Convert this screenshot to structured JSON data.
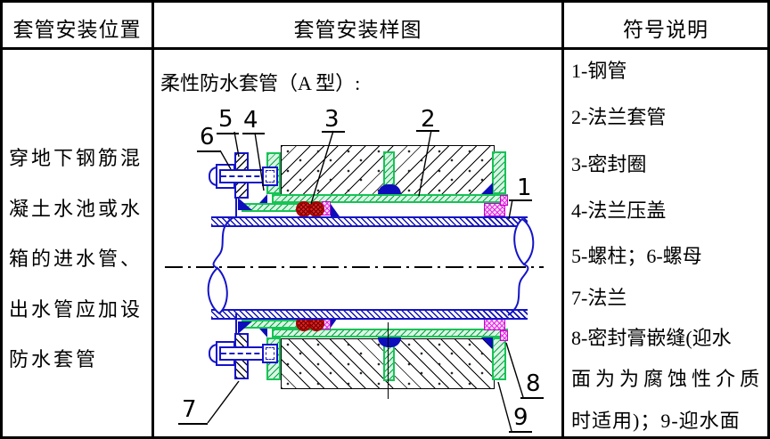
{
  "table": {
    "headers": [
      "套管安装位置",
      "套管安装样图",
      "符号说明"
    ],
    "position_text_lines": [
      "穿地下钢筋混",
      "凝土水池或水",
      "箱的进水管、",
      "出水管应加设",
      "防水套管"
    ],
    "legend_lines": [
      "1-钢管",
      "2-法兰套管",
      "3-密封圈",
      "4-法兰压盖",
      "5-螺柱；6-螺母",
      "7-法兰",
      "8-密封膏嵌缝(迎水",
      "面为为腐蚀性介质",
      "时适用)；9-迎水面"
    ]
  },
  "diagram": {
    "title": "柔性防水套管（A 型）:",
    "callouts": [
      {
        "label": "1"
      },
      {
        "label": "2"
      },
      {
        "label": "3"
      },
      {
        "label": "4"
      },
      {
        "label": "5"
      },
      {
        "label": "6"
      },
      {
        "label": "7"
      },
      {
        "label": "8"
      },
      {
        "label": "9"
      }
    ],
    "colors": {
      "line_blue": "#1414c8",
      "part_green": "#16c455",
      "seal_red": "#e32222",
      "paste_magenta": "#e02ce0",
      "weld_navy": "#0d0dbb",
      "hatch_black": "#000000"
    }
  }
}
